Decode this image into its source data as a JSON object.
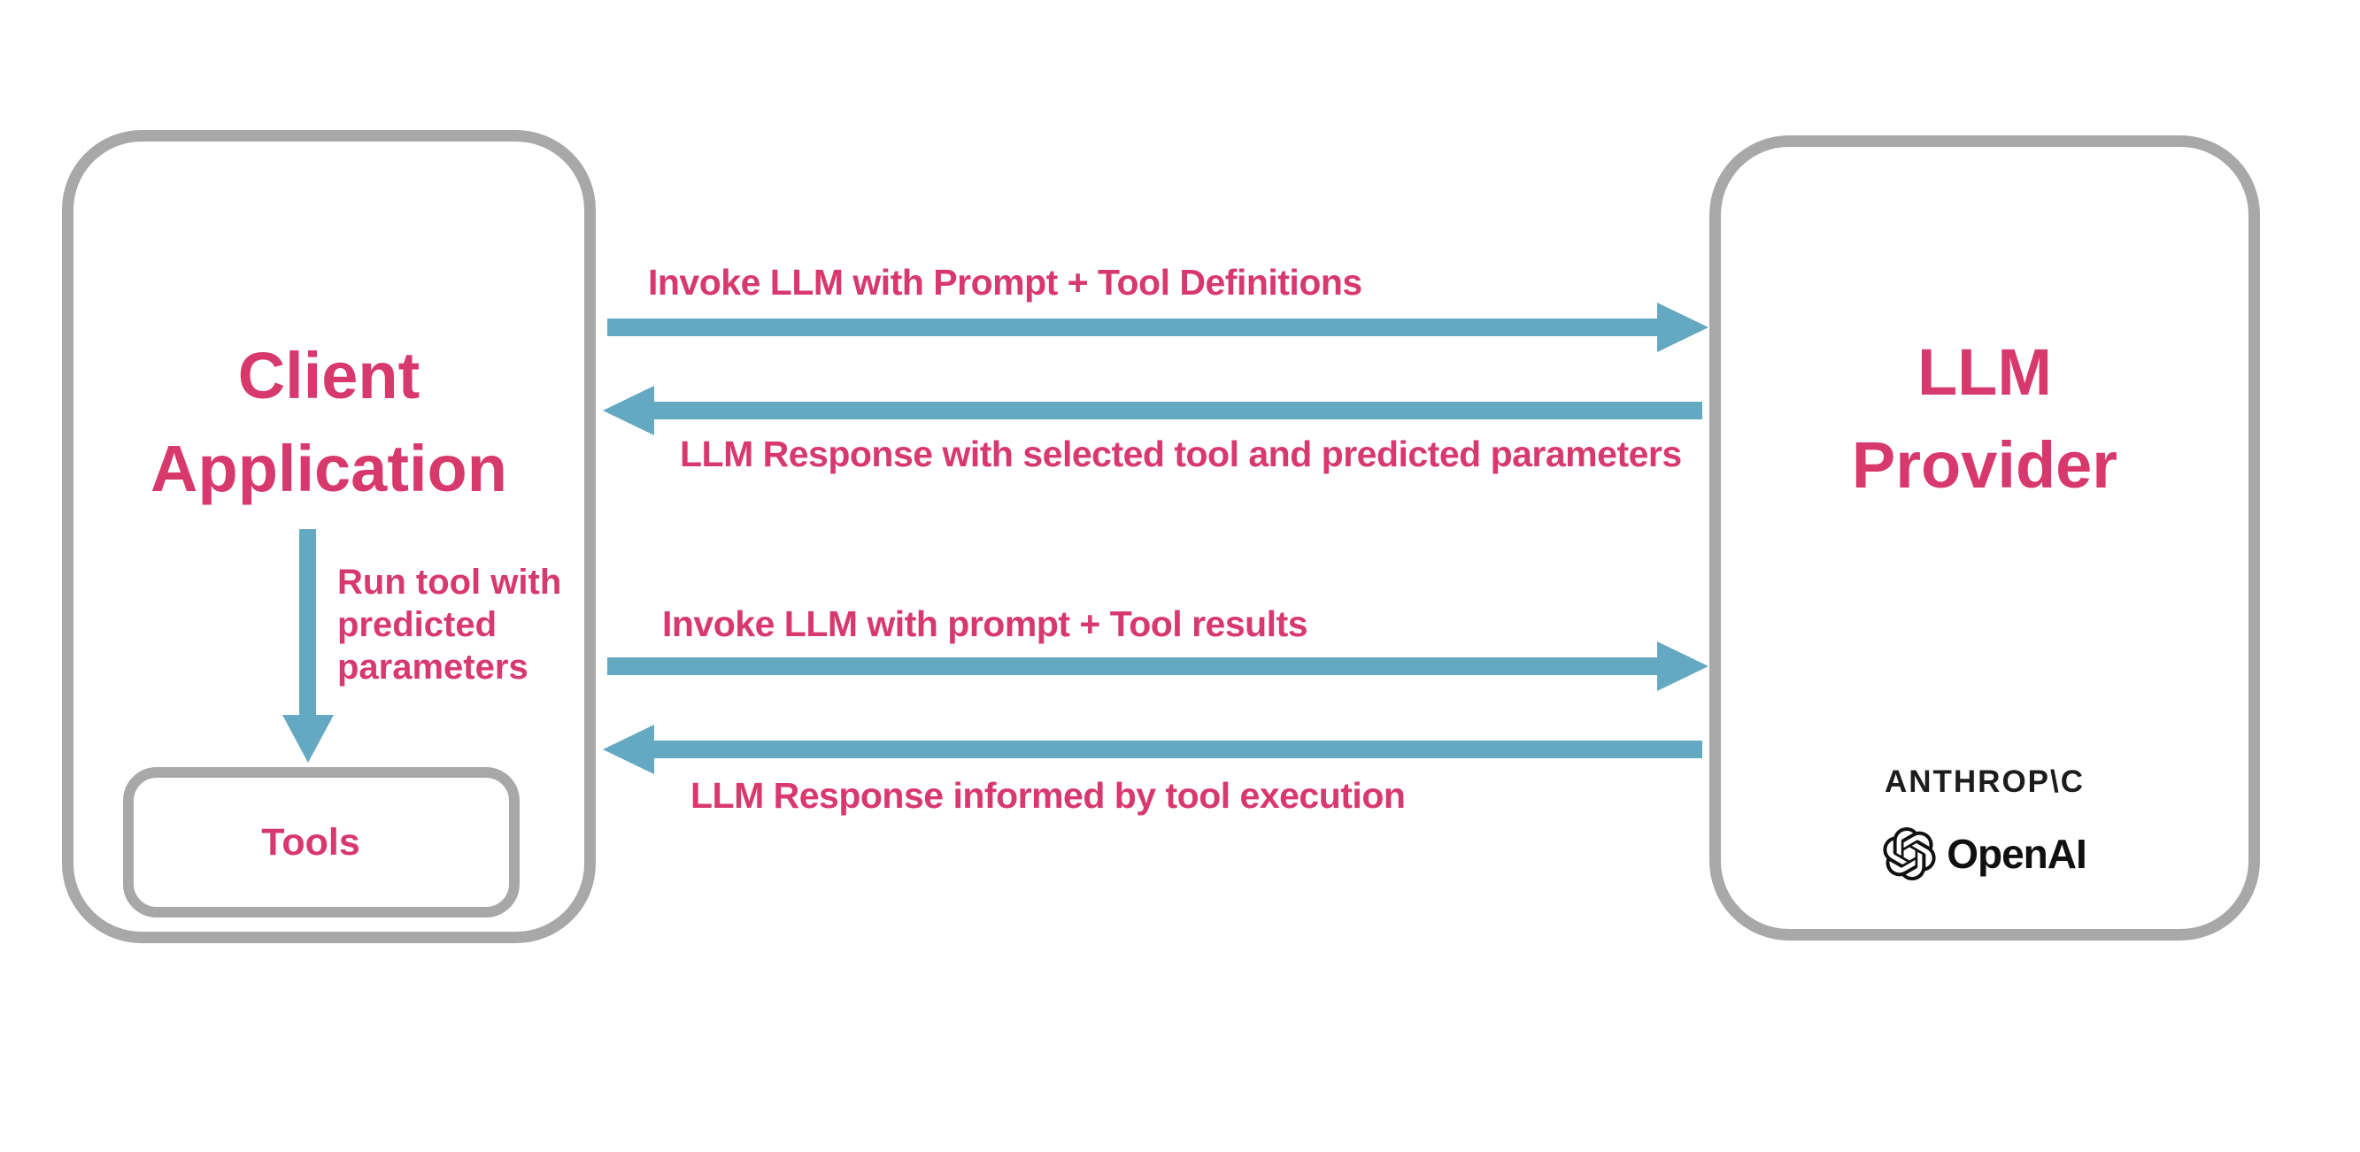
{
  "colors": {
    "accent_pink": "#d8396c",
    "arrow_teal": "#65a8c1",
    "border_gray": "#a8a8a8",
    "logo_dark": "#1c1c1c"
  },
  "client": {
    "title": [
      "Client",
      "Application"
    ],
    "run_tool_label": "Run tool with\npredicted\nparameters",
    "tools_label": "Tools"
  },
  "provider": {
    "title": [
      "LLM",
      "Provider"
    ],
    "logos": {
      "anthropic": "ANTHROP\\C",
      "openai": "OpenAI"
    }
  },
  "flows": [
    {
      "label": "Invoke LLM with Prompt + Tool Definitions",
      "direction": "right"
    },
    {
      "label": "LLM Response with selected tool and predicted parameters",
      "direction": "left"
    },
    {
      "label": "Invoke LLM with prompt + Tool results",
      "direction": "right"
    },
    {
      "label": "LLM Response informed by tool execution",
      "direction": "left"
    }
  ]
}
